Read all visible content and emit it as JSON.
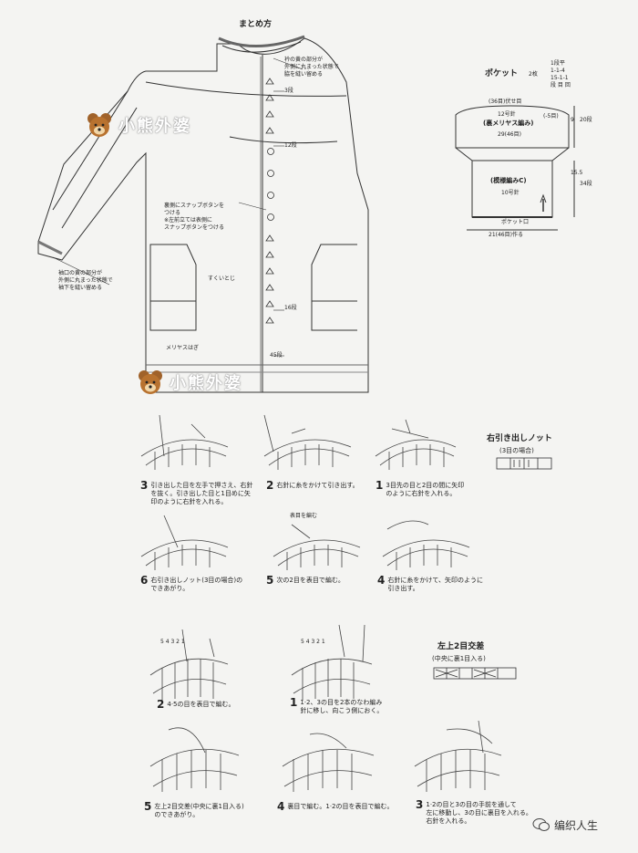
{
  "assembly": {
    "title": "まとめ方",
    "note_collar": "衿の黄の部分が\n外側に丸まった状態で\n脇を縫い留める",
    "note_cuff": "袖口の黄の部分が\n外側に丸まった状態で\n袖下を縫い留める",
    "note_snap": "裏側にスナップボタンを\nつける\n※左前立ては表側に\nスナップボタンをつける",
    "label_scoop": "すくいとじ",
    "label_merias": "メリヤスはぎ",
    "markers": [
      "3段",
      "12段",
      "16段",
      "45段"
    ]
  },
  "pocket": {
    "title": "ポケット",
    "count": "2枚",
    "decrease": "1段平\n1-1-4\n15-1-1\n段 目 回",
    "bind_off": "(36目)伏せ目",
    "needle_top": "12号針",
    "pattern_top": "(裏メリヤス編み)",
    "stitches_top": "29(46目)",
    "minus": "(-5目)",
    "dim_top_cm": "9",
    "dim_top_rows": "20段",
    "pattern_main": "(模様編みC)",
    "needle_main": "10号針",
    "dim_main_cm": "15.5",
    "dim_main_rows": "34段",
    "pocket_opening": "ポケット口",
    "stitches_bottom": "21(46目)作る"
  },
  "knot": {
    "title": "右引き出しノット",
    "subtitle": "(3目の場合)",
    "steps": [
      {
        "n": "3",
        "text": "引き出した目を左手で押さえ、右針\nを抜く。引き出した目と1目めに矢\n印のように右針を入れる。"
      },
      {
        "n": "2",
        "text": "右針に糸をかけて引き出す。"
      },
      {
        "n": "1",
        "text": "3目先の目と2目の間に矢印\nのように右針を入れる。"
      },
      {
        "n": "6",
        "text": "右引き出しノット(3目の場合)の\nできあがり。"
      },
      {
        "n": "5",
        "text": "次の2目を表目で編む。"
      },
      {
        "n": "4",
        "text": "右針に糸をかけて、矢印のように\n引き出す。"
      }
    ],
    "label_front": "表目を編む"
  },
  "cross": {
    "title": "左上2目交差",
    "subtitle": "(中央に裏1目入る)",
    "steps": [
      {
        "n": "2",
        "text": "4·5の目を表目で編む。"
      },
      {
        "n": "1",
        "text": "1·2、3の目を2本のなわ編み\n針に移し、向こう側におく。"
      },
      {
        "n": "5",
        "text": "左上2目交差(中央に裏1目入る)\nのできあがり。"
      },
      {
        "n": "4",
        "text": "裏目で編む。1·2の目を表目で編む。"
      },
      {
        "n": "3",
        "text": "1·2の目と3の目の手前を通して\n左に移動し、3の目に裏目を入れる。\n右針を入れる。"
      }
    ],
    "nums_a": "5 4 3 2 1",
    "nums_b": "5 4 3 2 1"
  },
  "watermarks": [
    "小熊外婆",
    "小熊外婆"
  ],
  "brand": "编织人生",
  "icons": [
    "bear-icon",
    "wechat-icon"
  ]
}
